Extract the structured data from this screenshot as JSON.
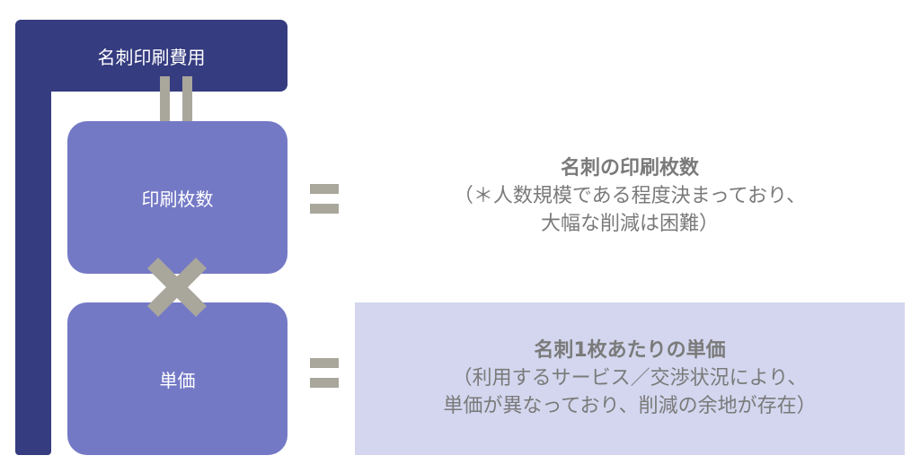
{
  "total": "名刺印刷費用",
  "factor1": "印刷枚数",
  "factor2": "単価",
  "desc1": {
    "title": "名刺の印刷枚数",
    "line1": "（＊人数規模である程度決まっており、",
    "line2": "大幅な削減は困難）"
  },
  "desc2": {
    "title": "名刺1枚あたりの単価",
    "line1": "（利用するサービス／交渉状況により、",
    "line2": "単価が異なっており、削減の余地が存在）"
  },
  "colors": {
    "navy": "#363c80",
    "box": "#7479c6",
    "operator": "#a9a69c",
    "highlight": "#d3d6ee"
  }
}
